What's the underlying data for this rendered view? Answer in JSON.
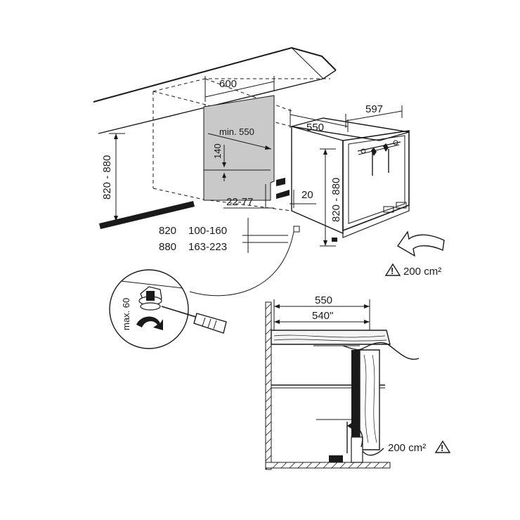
{
  "labels": {
    "niche_width": "600",
    "appliance_width": "597",
    "appliance_depth": "550",
    "min_depth": "min. 550",
    "dim_140": "140",
    "dim_22_77": "22-77",
    "dim_20": "20",
    "niche_height": "820 - 880",
    "appliance_height": "820 - 880",
    "table_row1_a": "820",
    "table_row1_b": "100-160",
    "table_row2_a": "880",
    "table_row2_b": "163-223",
    "vent_top": "200 cm²",
    "max_adjust": "max. 60",
    "section_depth_outer": "550",
    "section_depth_inner": "540\"",
    "vent_bottom": "200 cm²"
  }
}
